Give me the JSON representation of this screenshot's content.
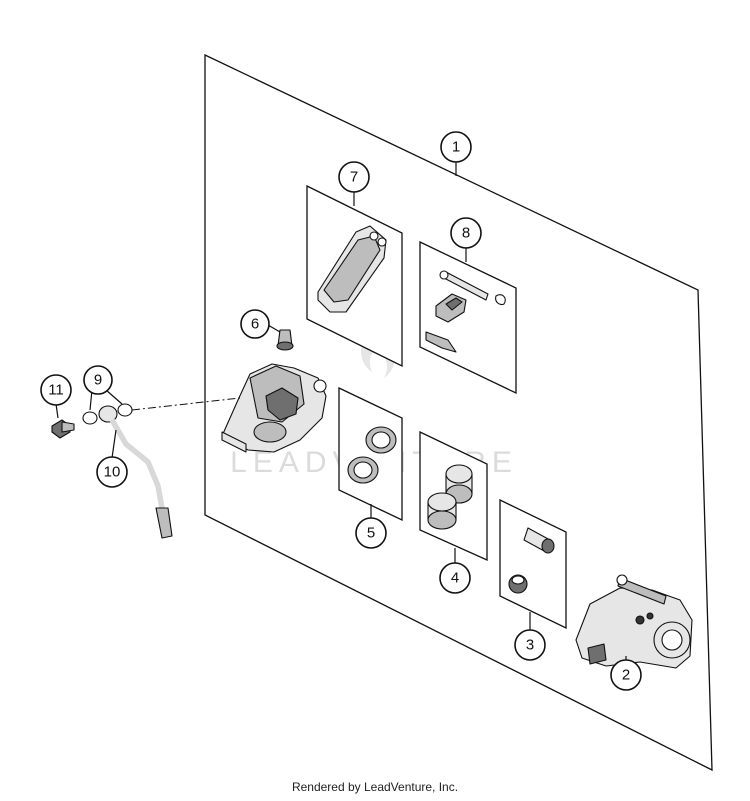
{
  "watermark": {
    "text": "LEADVENTURE"
  },
  "footer": {
    "text": "Rendered by LeadVenture, Inc."
  },
  "callouts": [
    {
      "id": "1",
      "label": "1"
    },
    {
      "id": "2",
      "label": "2"
    },
    {
      "id": "3",
      "label": "3"
    },
    {
      "id": "4",
      "label": "4"
    },
    {
      "id": "5",
      "label": "5"
    },
    {
      "id": "6",
      "label": "6"
    },
    {
      "id": "7",
      "label": "7"
    },
    {
      "id": "8",
      "label": "8"
    },
    {
      "id": "9",
      "label": "9"
    },
    {
      "id": "10",
      "label": "10"
    },
    {
      "id": "11",
      "label": "11"
    }
  ]
}
